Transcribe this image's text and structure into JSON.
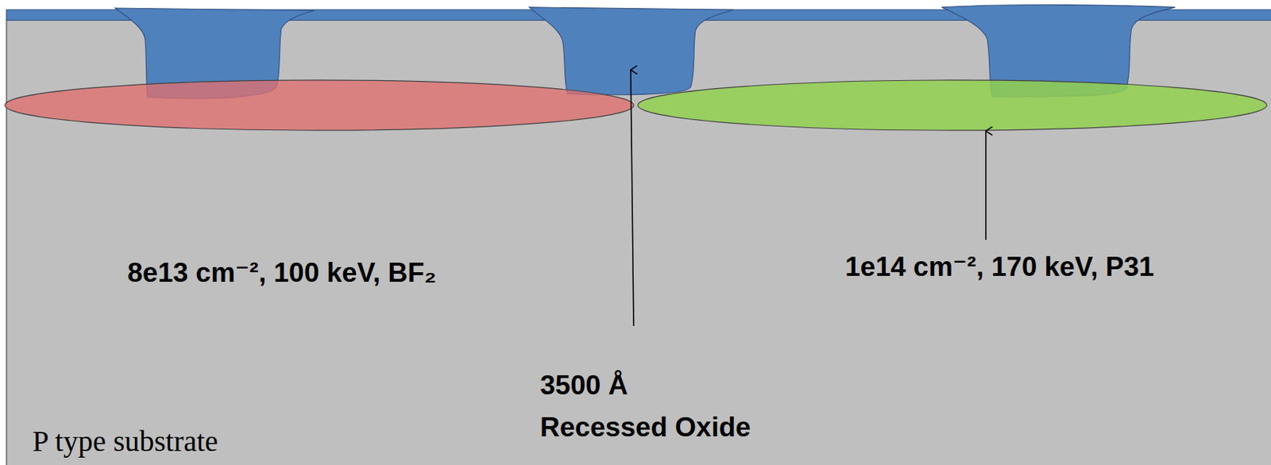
{
  "diagram": {
    "labels": [
      "8e13 cm⁻², 100 keV, BF₂",
      "1e14 cm⁻², 170 keV, P31",
      "3500 Å",
      "Recessed Oxide",
      "P type substrate"
    ]
  }
}
